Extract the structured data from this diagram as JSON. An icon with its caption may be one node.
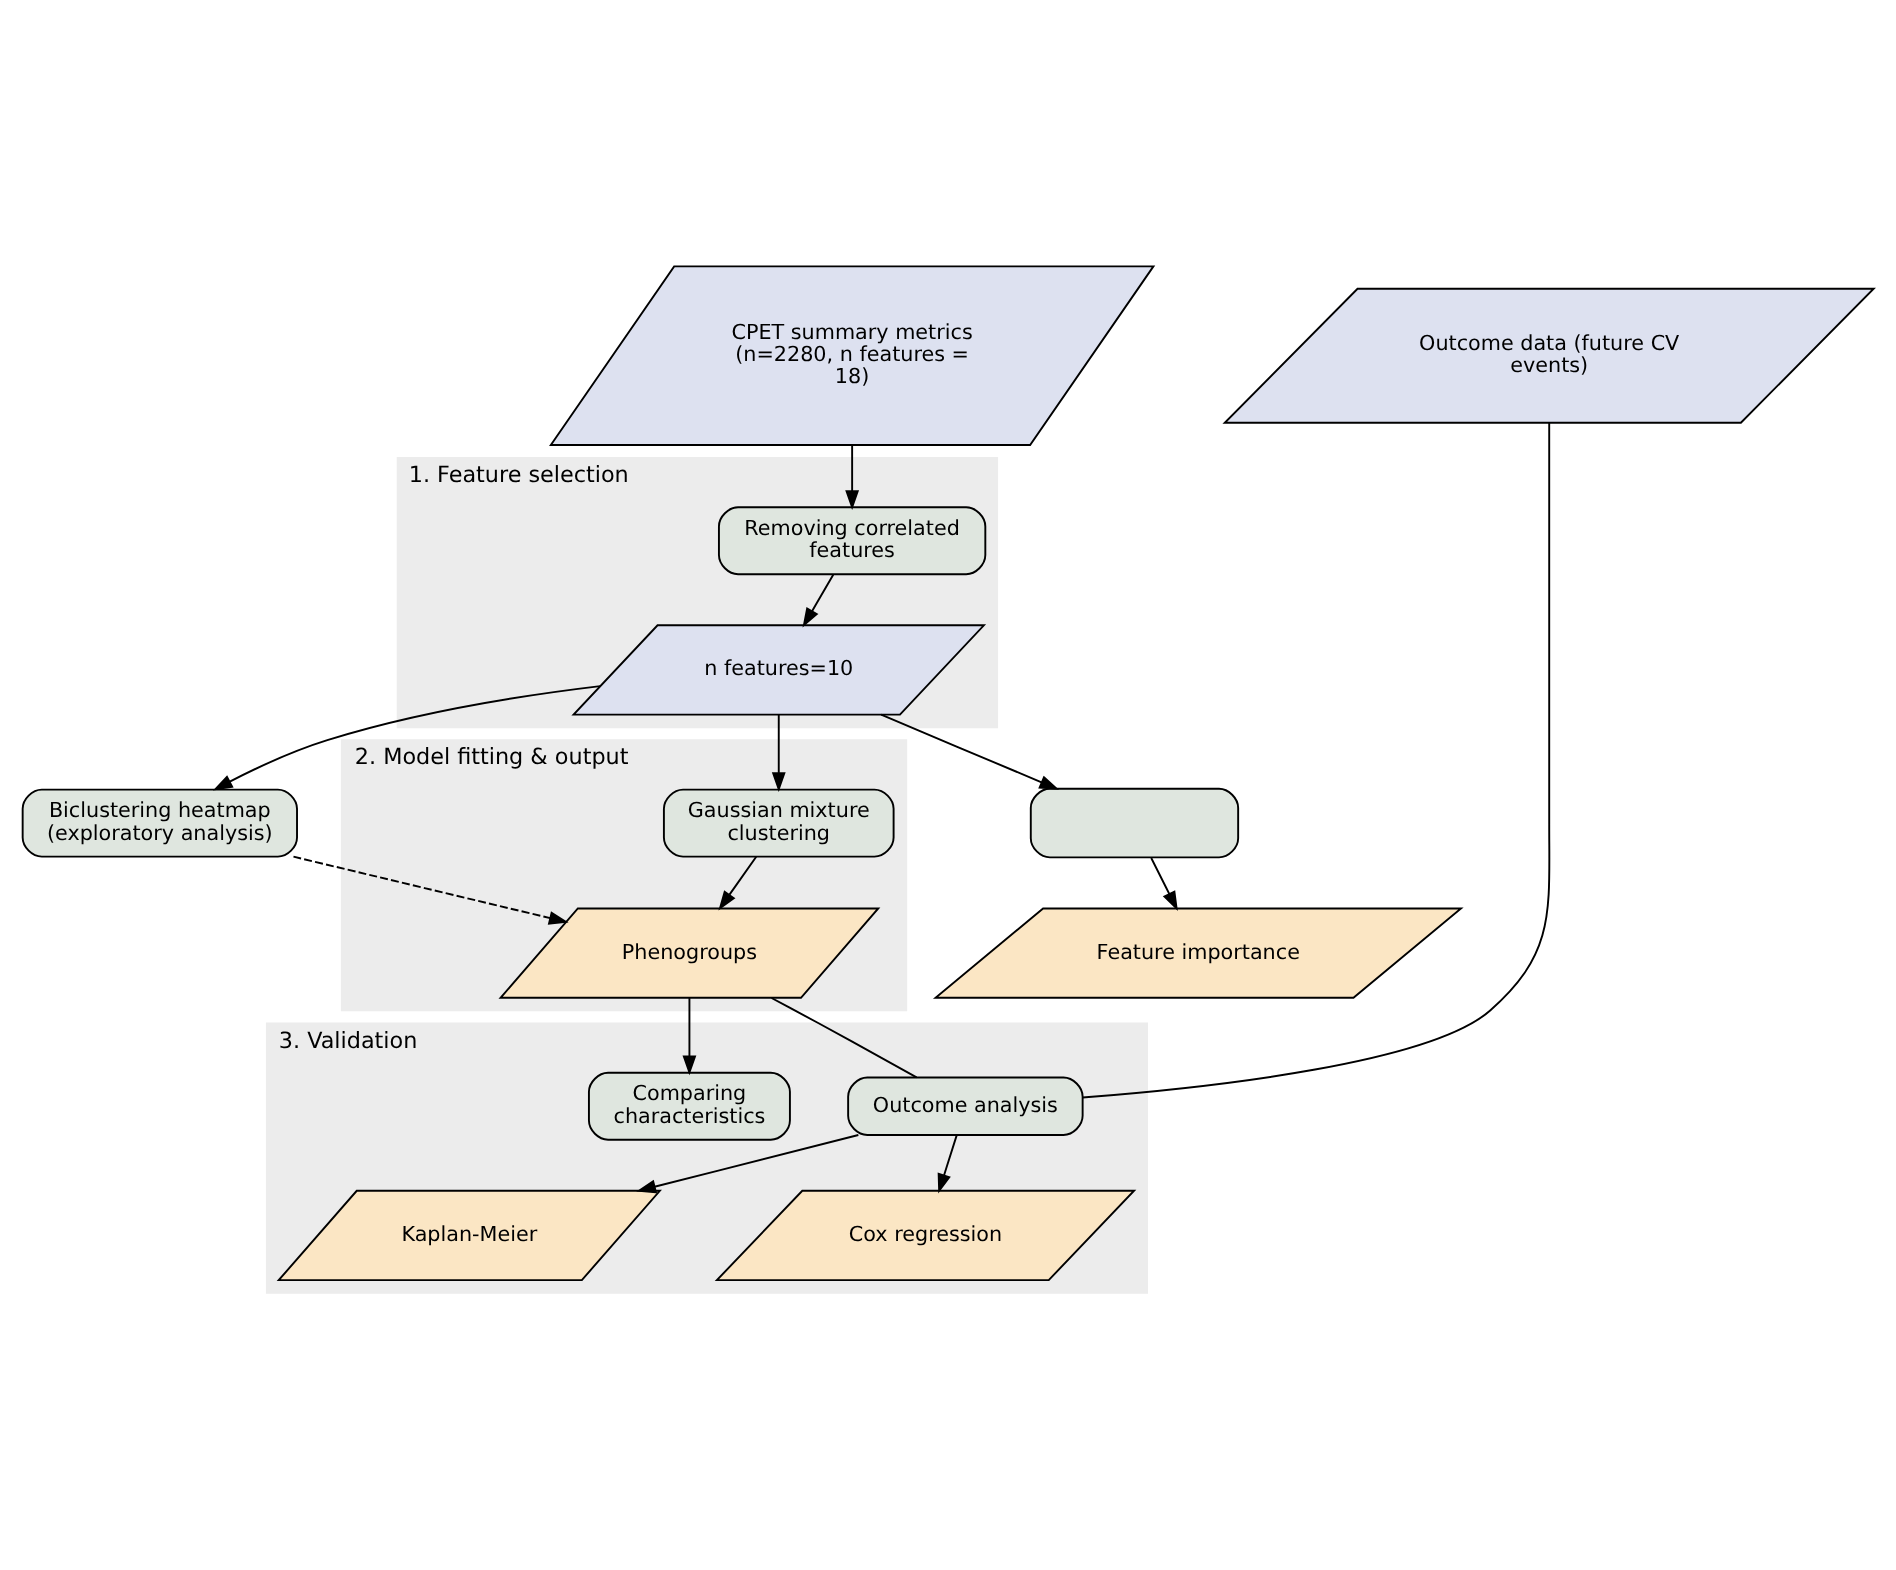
{
  "diagram": {
    "nodes": [
      {
        "text": [
          "CPET summary metrics (n=2280, n features = 18)"
        ]
      },
      {
        "text": [
          "Outcome data (future CV events)"
        ]
      },
      {
        "text": [
          "1. Feature selection"
        ]
      },
      {
        "text": [
          "Removing correlated features"
        ],
        "in": 2
      },
      {
        "text": [
          "n features=10"
        ],
        "in": 2
      },
      {
        "text": [
          "Biclustering heatmap (exploratory analysis)"
        ]
      },
      {
        "text": [],
        "shape": "box"
      },
      {
        "text": [
          "Feature importance"
        ]
      },
      {
        "text": [
          "2. Model fitting & output"
        ]
      },
      {
        "text": [
          "Gaussian mixture clustering"
        ],
        "in": 8
      },
      {
        "text": [
          "Phenogroups"
        ],
        "in": 8
      },
      {
        "text": [
          "3. Validation"
        ]
      },
      {
        "text": [
          "Comparing characteristics"
        ],
        "in": 11
      },
      {
        "text": [
          "Outcome analysis"
        ],
        "in": 11
      },
      {
        "text": [
          "Kaplan-Meier"
        ],
        "in": 11
      },
      {
        "text": [
          "Cox regression"
        ],
        "in": 11
      }
    ],
    "edges": [
      {
        "from": 0,
        "to": 3,
        "arrow": "to"
      },
      {
        "from": 3,
        "to": 4,
        "arrow": "to"
      },
      {
        "from": 4,
        "to": 5,
        "arrow": "to"
      },
      {
        "from": 4,
        "to": 6,
        "arrow": "to"
      },
      {
        "from": 6,
        "to": 7,
        "arrow": "to"
      },
      {
        "from": 4,
        "to": 9,
        "arrow": "to"
      },
      {
        "from": 9,
        "to": 10,
        "arrow": "to"
      },
      {
        "from": 5,
        "to": 10,
        "arrow": "to",
        "style": "dashed"
      },
      {
        "from": 10,
        "to": 12,
        "arrow": "to"
      },
      {
        "from": 10,
        "to": 13,
        "arrow": "none"
      },
      {
        "from": 1,
        "to": 13,
        "arrow": "none"
      },
      {
        "from": 13,
        "to": 14,
        "arrow": "to"
      },
      {
        "from": 13,
        "to": 15,
        "arrow": "to"
      }
    ]
  }
}
